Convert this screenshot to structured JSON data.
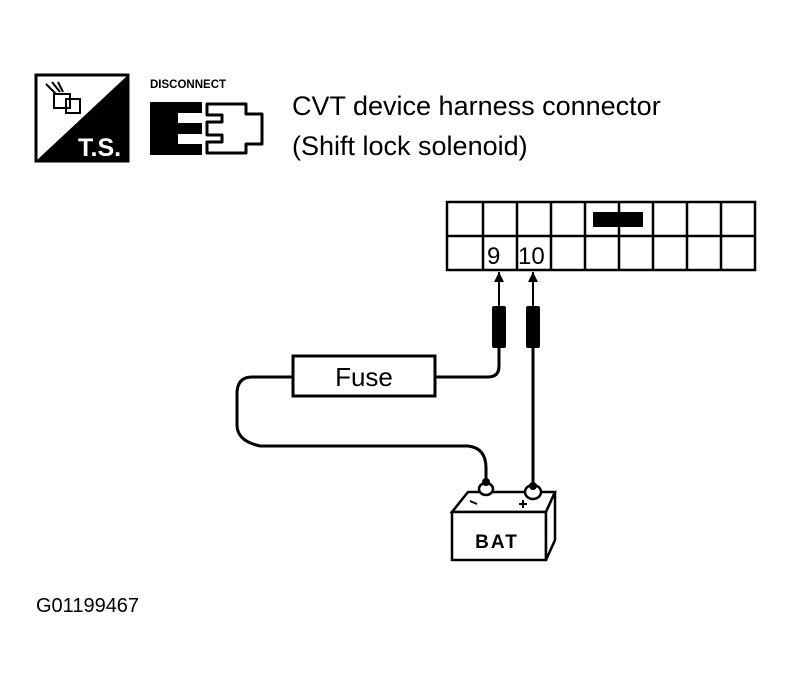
{
  "header": {
    "ts_label": "T.S.",
    "disconnect_label": "DISCONNECT",
    "title_line1": "CVT device harness connector",
    "title_line2": "(Shift lock solenoid)"
  },
  "connector": {
    "pin_a": "9",
    "pin_b": "10"
  },
  "fuse_label": "Fuse",
  "battery_label": "BAT",
  "figure_id": "G01199467"
}
